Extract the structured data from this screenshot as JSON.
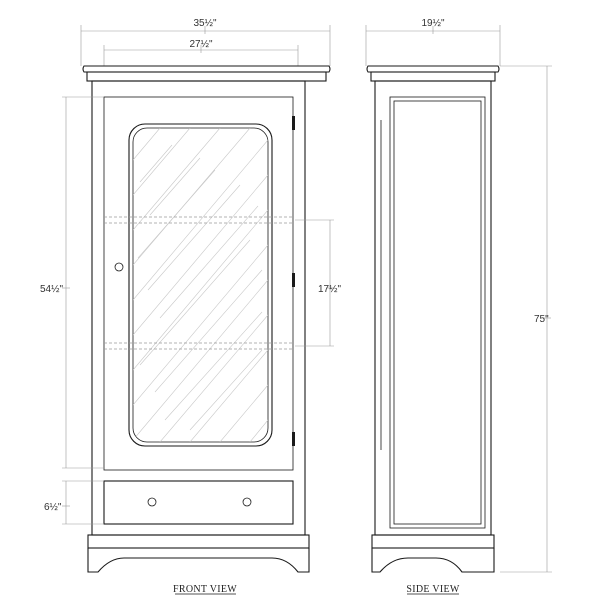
{
  "front_view": {
    "label": "FRONT VIEW",
    "overall_width": "35½\"",
    "inner_width": "27½\"",
    "door_height": "54½\"",
    "shelf_spacing": "17½\"",
    "drawer_height": "6½\""
  },
  "side_view": {
    "label": "SIDE VIEW",
    "depth": "19½\"",
    "overall_height": "75\""
  }
}
